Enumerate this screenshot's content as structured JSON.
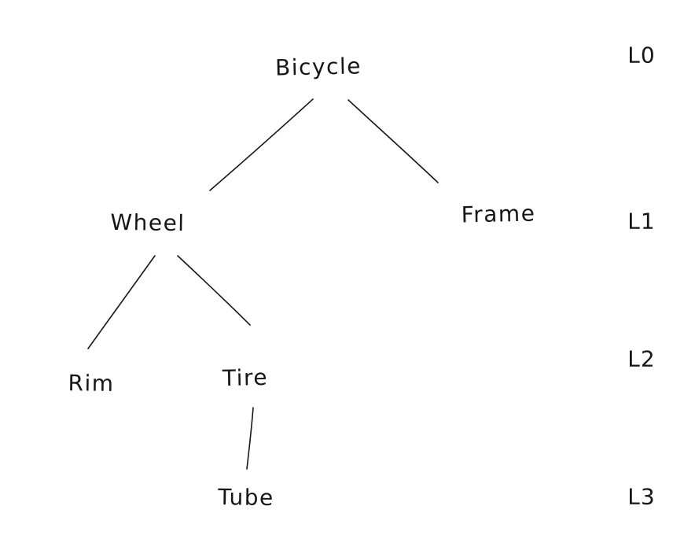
{
  "diagram": {
    "type": "tree",
    "description": "Hand-drawn bicycle component hierarchy tree with depth level labels",
    "nodes": [
      {
        "id": "bicycle",
        "label": "Bicycle",
        "level": 0,
        "parent": null
      },
      {
        "id": "wheel",
        "label": "Wheel",
        "level": 1,
        "parent": "bicycle"
      },
      {
        "id": "frame",
        "label": "Frame",
        "level": 1,
        "parent": "bicycle"
      },
      {
        "id": "rim",
        "label": "Rim",
        "level": 2,
        "parent": "wheel"
      },
      {
        "id": "tire",
        "label": "Tire",
        "level": 2,
        "parent": "wheel"
      },
      {
        "id": "tube",
        "label": "Tube",
        "level": 3,
        "parent": "tire"
      }
    ],
    "edges": [
      {
        "from": "bicycle",
        "to": "wheel"
      },
      {
        "from": "bicycle",
        "to": "frame"
      },
      {
        "from": "wheel",
        "to": "rim"
      },
      {
        "from": "wheel",
        "to": "tire"
      },
      {
        "from": "tire",
        "to": "tube"
      }
    ],
    "levels": [
      {
        "label": "L0"
      },
      {
        "label": "L1"
      },
      {
        "label": "L2"
      },
      {
        "label": "L3"
      }
    ],
    "colors": {
      "ink": "#161616",
      "background": "#ffffff"
    }
  }
}
